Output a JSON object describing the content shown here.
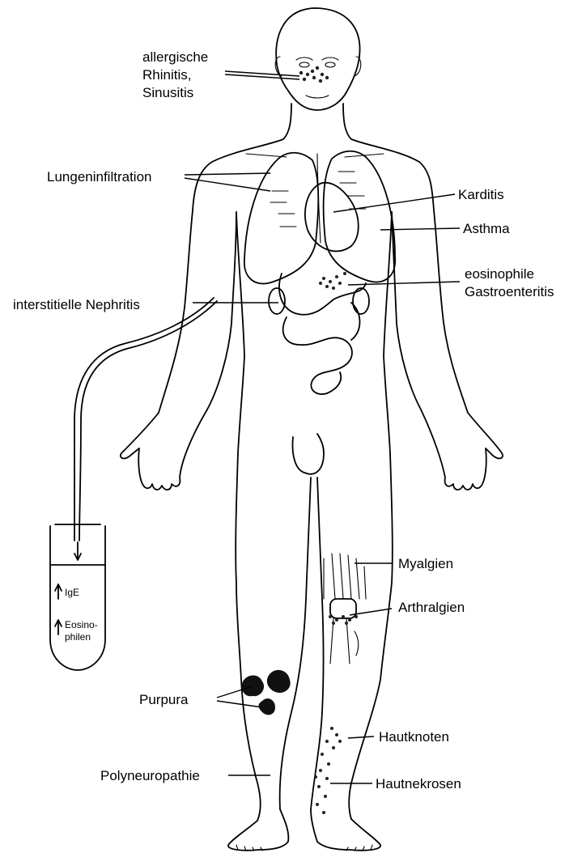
{
  "labels": {
    "rhinitis_line1": "allergische",
    "rhinitis_line2": "Rhinitis,",
    "rhinitis_line3": "Sinusitis",
    "lungeninfiltration": "Lungeninfiltration",
    "karditis": "Karditis",
    "asthma": "Asthma",
    "gastro_line1": "eosinophile",
    "gastro_line2": "Gastroenteritis",
    "nephritis": "interstitielle Nephritis",
    "myalgien": "Myalgien",
    "arthralgien": "Arthralgien",
    "purpura": "Purpura",
    "hautknoten": "Hautknoten",
    "polyneuropathie": "Polyneuropathie",
    "hautnekrosen": "Hautnekrosen"
  },
  "tube": {
    "ige": "IgE",
    "eosino_line1": "Eosino-",
    "eosino_line2": "philen"
  },
  "icons": [
    "human-body-outline",
    "test-tube-icon",
    "up-arrow-icon",
    "down-arrow-icon"
  ],
  "colors": {
    "ink": "#000000",
    "background": "#ffffff"
  }
}
